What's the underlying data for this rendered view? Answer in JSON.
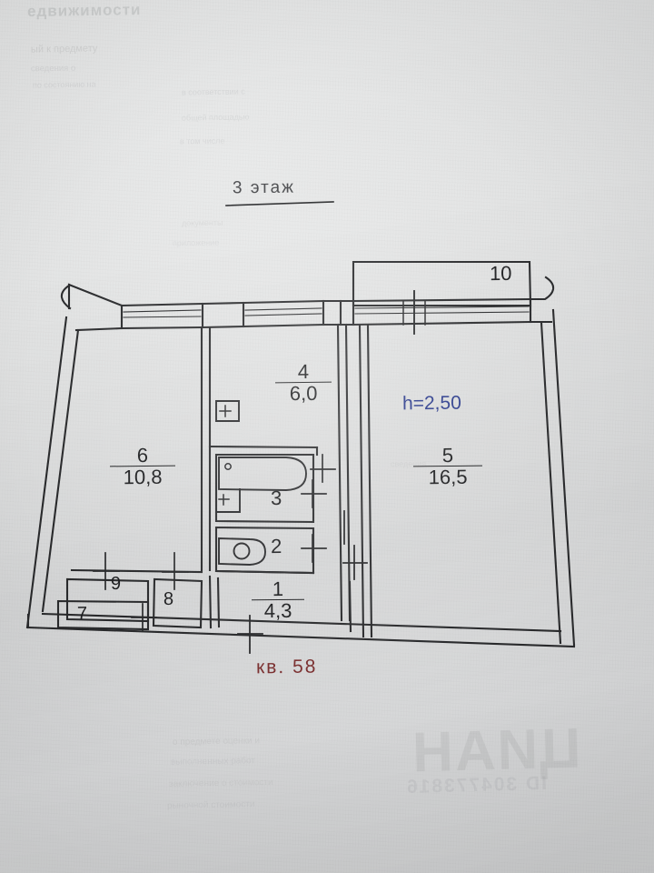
{
  "document": {
    "title": "3  этаж",
    "apartment_label": "кв. 58",
    "ceiling_height_label": "h=2,50",
    "colors": {
      "ink": "#1d1e20",
      "title_ink": "#48494c",
      "apartment_red": "#7d3030",
      "height_blue": "#2a3b8f",
      "paper": "#e2e3e3"
    }
  },
  "rooms": [
    {
      "id": "room-1",
      "number": "1",
      "area": "4,3",
      "kind": "hallway",
      "has_area": true
    },
    {
      "id": "room-2",
      "number": "2",
      "area": "",
      "kind": "toilet",
      "has_area": false
    },
    {
      "id": "room-3",
      "number": "3",
      "area": "",
      "kind": "bathroom",
      "has_area": false
    },
    {
      "id": "room-4",
      "number": "4",
      "area": "6,0",
      "kind": "kitchen",
      "has_area": true
    },
    {
      "id": "room-5",
      "number": "5",
      "area": "16,5",
      "kind": "living-room",
      "has_area": true
    },
    {
      "id": "room-6",
      "number": "6",
      "area": "10,8",
      "kind": "bedroom",
      "has_area": true
    },
    {
      "id": "room-7",
      "number": "7",
      "area": "",
      "kind": "closet",
      "has_area": false
    },
    {
      "id": "room-8",
      "number": "8",
      "area": "",
      "kind": "closet",
      "has_area": false
    },
    {
      "id": "room-9",
      "number": "9",
      "area": "",
      "kind": "closet",
      "has_area": false
    },
    {
      "id": "room-10",
      "number": "10",
      "area": "",
      "kind": "balcony",
      "has_area": false
    }
  ],
  "fixtures": [
    {
      "name": "bathtub-fixture",
      "room": "3"
    },
    {
      "name": "sink-fixture",
      "room": "3"
    },
    {
      "name": "toilet-fixture",
      "room": "2"
    },
    {
      "name": "stove-fixture",
      "room": "4"
    }
  ],
  "show_through": {
    "line1": "едвижимости",
    "line2": "ый к предмету",
    "line3": "сведения о",
    "line4": "по состоянию на",
    "line5": "в соответствии с",
    "line6": "общей площадью",
    "line7": "в том числе",
    "line8": "документы",
    "line9": "приложение",
    "line10": "сведения",
    "line11": "о предмете оценки и",
    "line12": "выполненных работ",
    "line13": "заключение о стоимости",
    "line14": "рыночной стоимости"
  },
  "watermark": {
    "brand": "ЦИАН",
    "id": "ID 304773816"
  }
}
